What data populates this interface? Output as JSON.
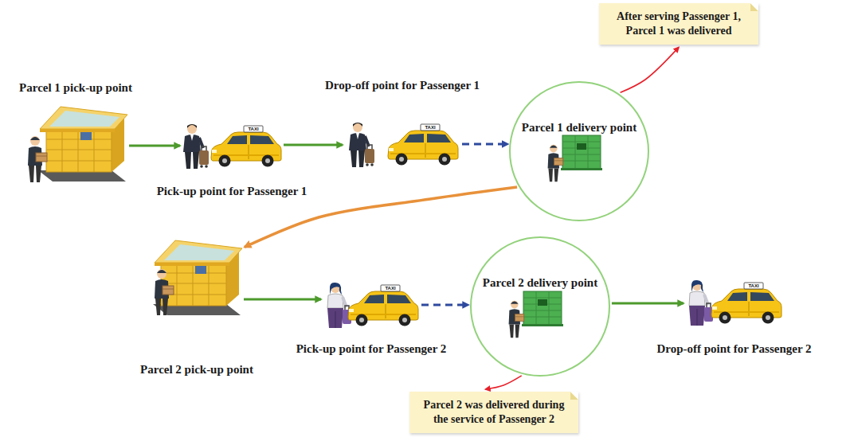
{
  "diagram": {
    "nodes": [
      {
        "text": [
          "Parcel 1 pick-up point"
        ]
      },
      {
        "text": [
          "Pick-up point for Passenger 1"
        ]
      },
      {
        "text": [
          "Drop-off point for Passenger 1"
        ]
      },
      {
        "text": [
          "Parcel 1 delivery point"
        ]
      },
      {
        "text": [
          "After serving Passenger 1, Parcel 1 was delivered"
        ]
      },
      {
        "text": [
          "Parcel 2 pick-up point"
        ]
      },
      {
        "text": [
          "Pick-up point for Passenger 2"
        ]
      },
      {
        "text": [
          "Parcel 2 delivery point"
        ]
      },
      {
        "text": [
          "Drop-off point for Passenger 2"
        ]
      },
      {
        "text": [
          "Parcel 2 was delivered during the service of Passenger 2"
        ]
      }
    ],
    "edges": [
      {
        "from": 0,
        "to": 1,
        "arrow": "to"
      },
      {
        "from": 1,
        "to": 2,
        "arrow": "to"
      },
      {
        "from": 2,
        "to": 3,
        "arrow": "to"
      },
      {
        "from": 3,
        "to": 4,
        "arrow": "to"
      },
      {
        "from": 3,
        "to": 5,
        "arrow": "to"
      },
      {
        "from": 5,
        "to": 6,
        "arrow": "to"
      },
      {
        "from": 6,
        "to": 7,
        "arrow": "to"
      },
      {
        "from": 7,
        "to": 8,
        "arrow": "to"
      },
      {
        "from": 7,
        "to": 9,
        "arrow": "to"
      }
    ],
    "labels": [
      "TAXI",
      "TAXI",
      "TAXI",
      "TAXI"
    ]
  }
}
